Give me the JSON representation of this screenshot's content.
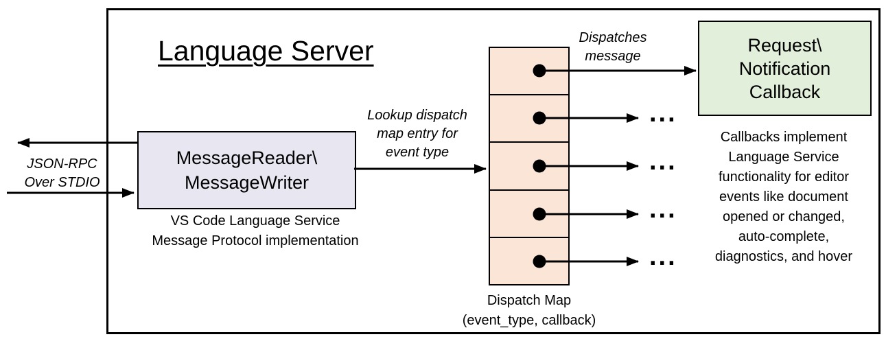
{
  "title": "Language Server",
  "stdio": {
    "label": "JSON-RPC\nOver STDIO"
  },
  "message_box": {
    "label": "MessageReader\\\nMessageWriter",
    "caption": "VS Code Language Service\nMessage Protocol implementation"
  },
  "lookup_label": "Lookup dispatch\nmap entry for\nevent type",
  "dispatches_label": "Dispatches\nmessage",
  "dispatch_map": {
    "caption": "Dispatch Map\n(event_type, callback)",
    "rows": 5
  },
  "callback_box": {
    "label": "Request\\\nNotification\nCallback",
    "caption": "Callbacks implement\nLanguage Service\nfunctionality for editor\nevents like document\nopened or changed,\nauto-complete,\ndiagnostics, and hover"
  },
  "ellipsis": "...",
  "colors": {
    "message_box_fill": "#e7e6f1",
    "dispatch_fill": "#fbe5d6",
    "callback_fill": "#e2efda",
    "stroke": "#000000"
  }
}
